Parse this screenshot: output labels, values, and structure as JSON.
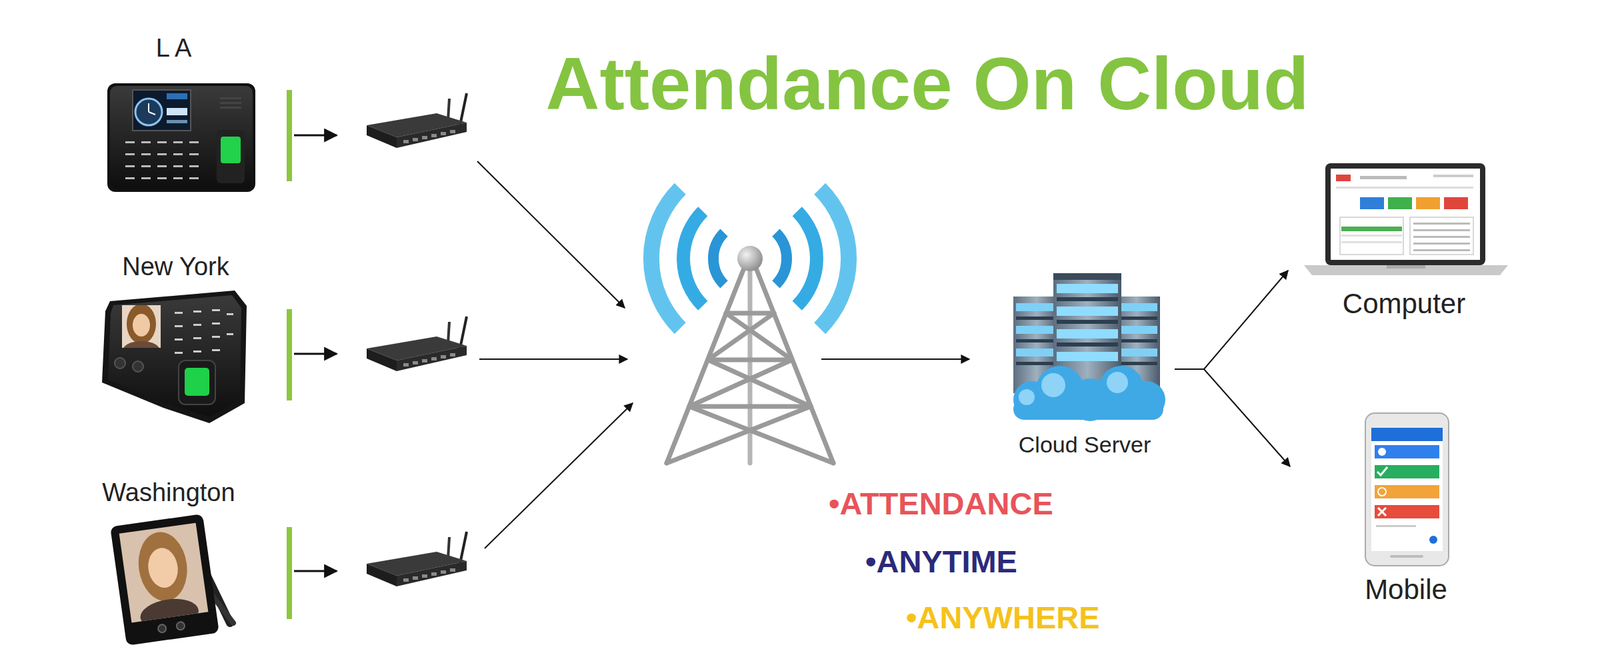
{
  "diagram": {
    "title": "Attendance On Cloud",
    "nodes": [
      {
        "text": [
          "L A"
        ]
      },
      {
        "text": [
          "New York"
        ]
      },
      {
        "text": [
          "Washington"
        ]
      },
      {
        "text": [
          "Cloud Server"
        ]
      },
      {
        "text": [
          "Computer"
        ]
      },
      {
        "text": [
          "Mobile"
        ]
      }
    ],
    "edges": [
      {
        "from": 3,
        "to": 4,
        "arrow": "to"
      },
      {
        "from": 3,
        "to": 5,
        "arrow": "to"
      }
    ],
    "labels": [
      "•ATTENDANCE",
      "•ANYTIME",
      "•ANYWHERE"
    ]
  }
}
